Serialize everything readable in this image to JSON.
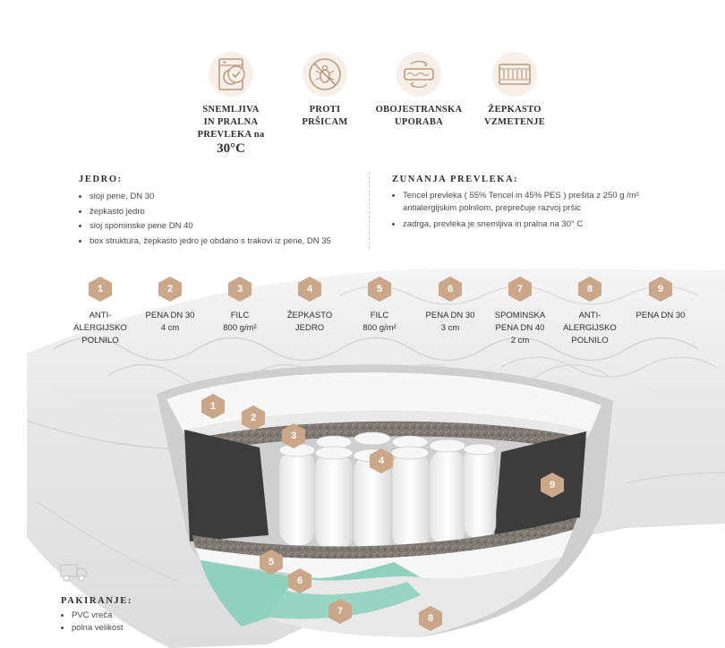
{
  "features": [
    {
      "label": "SNEMLJIVA\nIN PRALNA\nPREVLEKA na",
      "extra": "30°C",
      "icon": "washing-machine-icon"
    },
    {
      "label": "PROTI\nPRŠICAM",
      "icon": "anti-mite-icon"
    },
    {
      "label": "OBOJESTRANSKA\nUPORABA",
      "icon": "double-sided-mattress-icon"
    },
    {
      "label": "ŽEPKASTO\nVZMETENJE",
      "icon": "pocket-spring-icon"
    }
  ],
  "jedro": {
    "title": "JEDRO:",
    "items": [
      "sloji pene, DN 30",
      "žepkasto jedro",
      "sloj spominske pene DN 40",
      "box struktura, žepkasto jedro je obdano s trakovi iz pene, DN 35"
    ]
  },
  "prevleka": {
    "title": "ZUNANJA PREVLEKA:",
    "items": [
      "Tencel prevleka ( 55% Tencel in 45% PES ) prešita z 250 g /m² antialergijskim polnilom, preprečuje razvoj pršic",
      "zadrga, prevleka je snemljiva in pralna na 30° C"
    ]
  },
  "layers": [
    {
      "num": "1",
      "label": "ANTI-\nALERGIJSKO\nPOLNILO"
    },
    {
      "num": "2",
      "label": "PENA DN 30\n4 cm"
    },
    {
      "num": "3",
      "label": "FILC\n800 g/m²"
    },
    {
      "num": "4",
      "label": "ŽEPKASTO\nJEDRO"
    },
    {
      "num": "5",
      "label": "FILC\n800 g/m²"
    },
    {
      "num": "6",
      "label": "PENA DN 30\n3 cm"
    },
    {
      "num": "7",
      "label": "SPOMINSKA\nPENA DN 40\n2 cm"
    },
    {
      "num": "8",
      "label": "ANTI-\nALERGIJSKO\nPOLNILO"
    },
    {
      "num": "9",
      "label": "PENA DN 30"
    }
  ],
  "pakiranje": {
    "title": "PAKIRANJE:",
    "items": [
      "PVC vreča",
      "polna velikost"
    ],
    "icon": "delivery-truck-icon"
  },
  "colors": {
    "accent": "#c9a788",
    "memory_foam": "#8fd1bd",
    "foam_dark": "#3c3c3c",
    "felt": "#7d7872"
  }
}
